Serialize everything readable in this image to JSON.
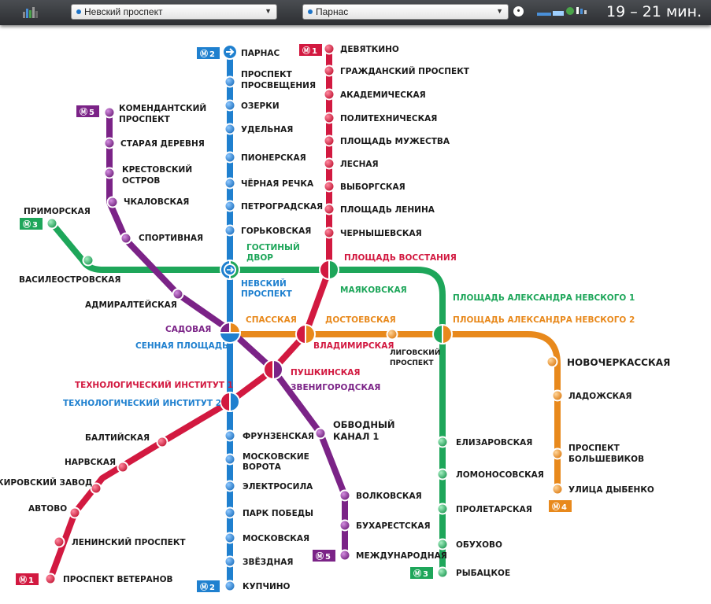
{
  "toolbar": {
    "from_station": "Невский проспект",
    "to_station": "Парнас",
    "travel_time": "19 – 21 мин."
  },
  "colors": {
    "line1": "#d21940",
    "line2": "#1f80cf",
    "line3": "#1ea65a",
    "line4": "#e8891c",
    "line5": "#7b2387"
  },
  "badges": {
    "l2_top": "2",
    "l1_top": "1",
    "l5_top": "5",
    "l3_top": "3",
    "l4_bottom": "4",
    "l5_bottom": "5",
    "l3_bottom": "3",
    "l1_bottom": "1",
    "l2_bottom": "2"
  },
  "stations": {
    "parnas": "ПАРНАС",
    "prosvescheniya_1": "ПРОСПЕКТ",
    "prosvescheniya_2": "ПРОСВЕЩЕНИЯ",
    "ozerki": "ОЗЕРКИ",
    "udelnaya": "УДЕЛЬНАЯ",
    "pionerskaya": "ПИОНЕРСКАЯ",
    "chernaya_rechka": "ЧЁРНАЯ РЕЧКА",
    "petrogradskaya": "ПЕТРОГРАДСКАЯ",
    "gorkovskaya": "ГОРЬКОВСКАЯ",
    "gostiny_1": "ГОСТИНЫЙ",
    "gostiny_2": "ДВОР",
    "nevsky_1": "НЕВСКИЙ",
    "nevsky_2": "ПРОСПЕКТ",
    "sennaya": "СЕННАЯ ПЛОЩАДЬ",
    "tech2": "ТЕХНОЛОГИЧЕСКИЙ ИНСТИТУТ 2",
    "frunzenskaya": "ФРУНЗЕНСКАЯ",
    "mosk_vorota_1": "МОСКОВСКИЕ",
    "mosk_vorota_2": "ВОРОТА",
    "elektrosila": "ЭЛЕКТРОСИЛА",
    "park_pobedy": "ПАРК ПОБЕДЫ",
    "moskovskaya": "МОСКОВСКАЯ",
    "zvezdnaya": "ЗВЁЗДНАЯ",
    "kupchino": "КУПЧИНО",
    "devyatkino": "ДЕВЯТКИНО",
    "grazhdansky": "ГРАЖДАНСКИЙ ПРОСПЕКТ",
    "akademicheskaya": "АКАДЕМИЧЕСКАЯ",
    "politekh": "ПОЛИТЕХНИЧЕСКАЯ",
    "pl_muzhestva": "ПЛОЩАДЬ МУЖЕСТВА",
    "lesnaya": "ЛЕСНАЯ",
    "vyborgskaya": "ВЫБОРГСКАЯ",
    "pl_lenina": "ПЛОЩАДЬ ЛЕНИНА",
    "chernyshevskaya": "ЧЕРНЫШЕВСКАЯ",
    "pl_vosstaniya": "ПЛОЩАДЬ ВОССТАНИЯ",
    "mayakovskaya": "МАЯКОВСКАЯ",
    "vladimirskaya": "ВЛАДИМИРСКАЯ",
    "pushkinskaya": "ПУШКИНСКАЯ",
    "tech1": "ТЕХНОЛОГИЧЕСКИЙ ИНСТИТУТ 1",
    "baltiyskaya": "БАЛТИЙСКАЯ",
    "narvskaya": "НАРВСКАЯ",
    "kirovsky": "КИРОВСКИЙ ЗАВОД",
    "avtovo": "АВТОВО",
    "leninsky": "ЛЕНИНСКИЙ ПРОСПЕКТ",
    "veteranov": "ПРОСПЕКТ ВЕТЕРАНОВ",
    "primorskaya": "ПРИМОРСКАЯ",
    "vasileostrovskaya": "ВАСИЛЕОСТРОВСКАЯ",
    "an1": "ПЛОЩАДЬ АЛЕКСАНДРА НЕВСКОГО 1",
    "elizarovskaya": "ЕЛИЗАРОВСКАЯ",
    "lomonosovskaya": "ЛОМОНОСОВСКАЯ",
    "proletarskaya": "ПРОЛЕТАРСКАЯ",
    "obukhovo": "ОБУХОВО",
    "rybatskoe": "РЫБАЦКОЕ",
    "spasskaya": "СПАССКАЯ",
    "dostoevskaya": "ДОСТОЕВСКАЯ",
    "ligovsky_1": "ЛИГОВСКИЙ",
    "ligovsky_2": "ПРОСПЕКТ",
    "an2": "ПЛОЩАДЬ АЛЕКСАНДРА НЕВСКОГО 2",
    "novocherkasskaya": "НОВОЧЕРКАССКАЯ",
    "ladozhskaya": "ЛАДОЖСКАЯ",
    "bolshevikov_1": "ПРОСПЕКТ",
    "bolshevikov_2": "БОЛЬШЕВИКОВ",
    "dybenko": "УЛИЦА ДЫБЕНКО",
    "komendantsky_1": "КОМЕНДАНТСКИЙ",
    "komendantsky_2": "ПРОСПЕКТ",
    "staraya_derevnya": "СТАРАЯ ДЕРЕВНЯ",
    "krestovsky_1": "КРЕСТОВСКИЙ",
    "krestovsky_2": "ОСТРОВ",
    "chkalovskaya": "ЧКАЛОВСКАЯ",
    "sportivnaya": "СПОРТИВНАЯ",
    "admiralteyskaya": "АДМИРАЛТЕЙСКАЯ",
    "sadovaya": "САДОВАЯ",
    "zvenigorodskaya": "ЗВЕНИГОРОДСКАЯ",
    "obvodny_1": "ОБВОДНЫЙ",
    "obvodny_2": "КАНАЛ 1",
    "volkovskaya": "ВОЛКОВСКАЯ",
    "bukharestskaya": "БУХАРЕСТСКАЯ",
    "mezhdunarodnaya": "МЕЖДУНАРОДНАЯ"
  }
}
